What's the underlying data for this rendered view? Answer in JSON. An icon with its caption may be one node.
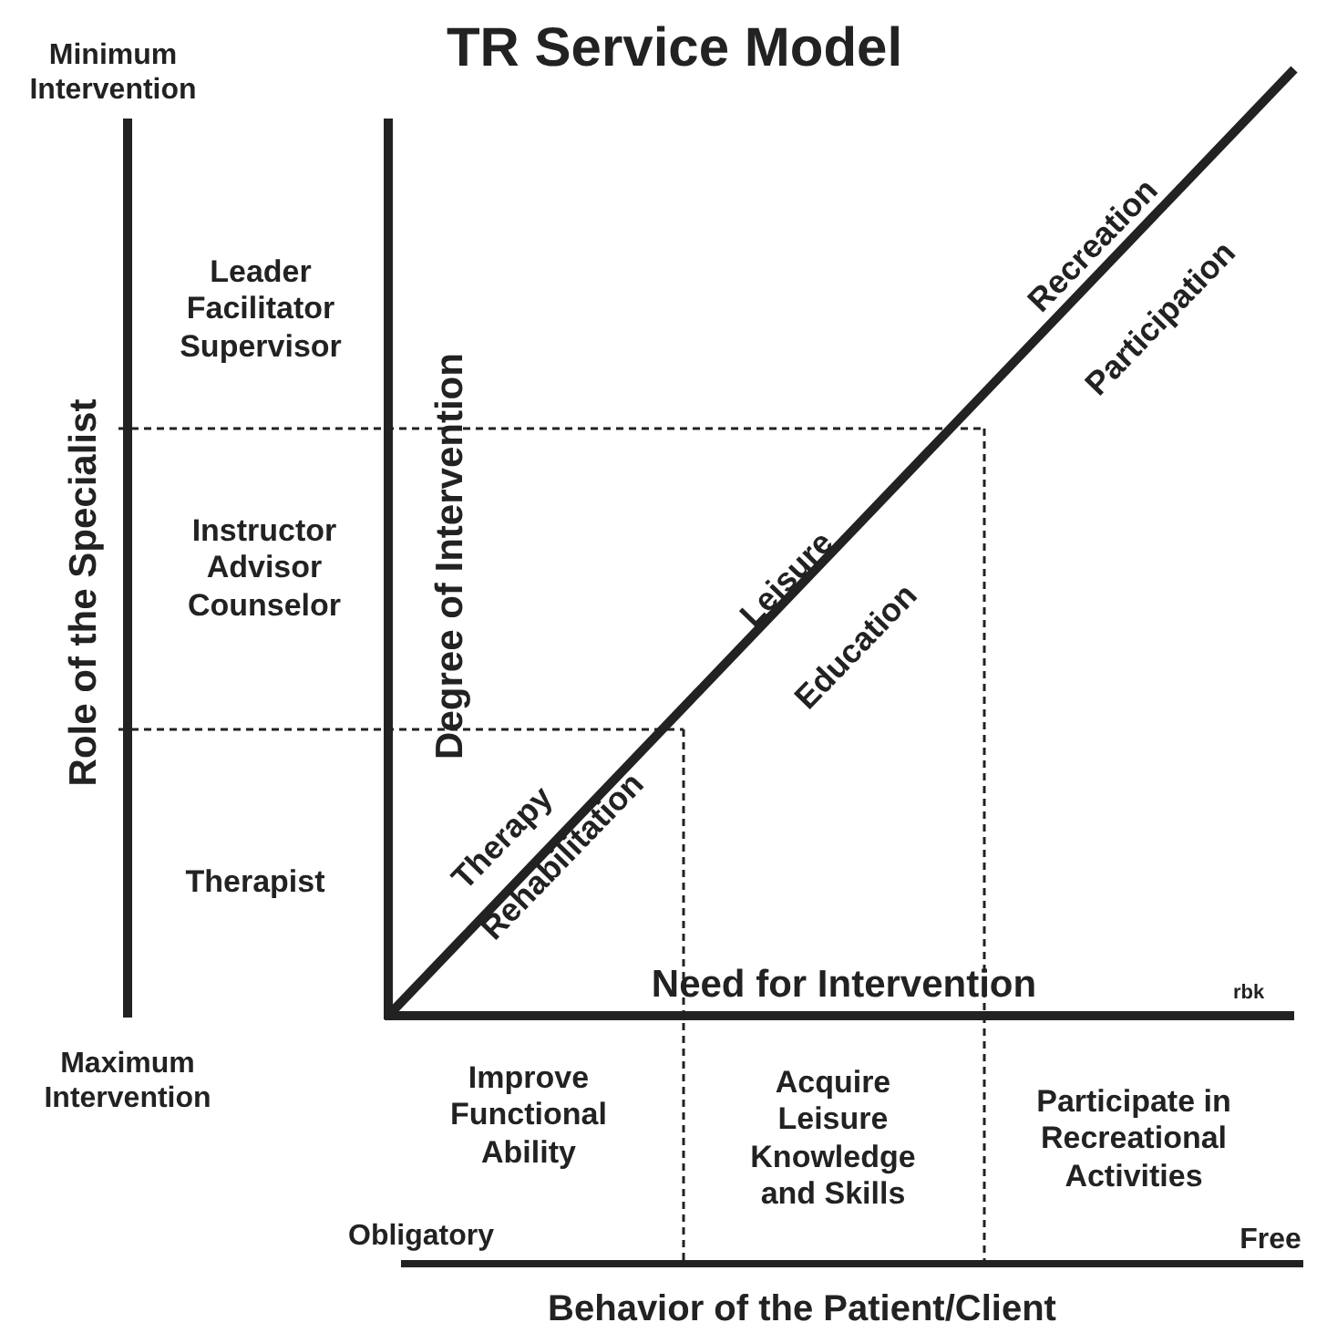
{
  "diagram": {
    "title": "TR Service Model",
    "labels": [
      "Minimum Intervention",
      "Leader Facilitator Supervisor",
      "Degree of Intervention",
      "Recreation",
      "Participation",
      "Role of the Specialist",
      "Instructor Advisor Counselor",
      "Leisure",
      "Education",
      "Therapist",
      "Therapy",
      "Rehabilitation",
      "Need for Intervention",
      "rbk",
      "Maximum Intervention",
      "Improve Functional Ability",
      "Acquire Leisure Knowledge and Skills",
      "Participate in Recreational Activities",
      "Obligatory",
      "Free",
      "Behavior of the Patient/Client"
    ]
  }
}
